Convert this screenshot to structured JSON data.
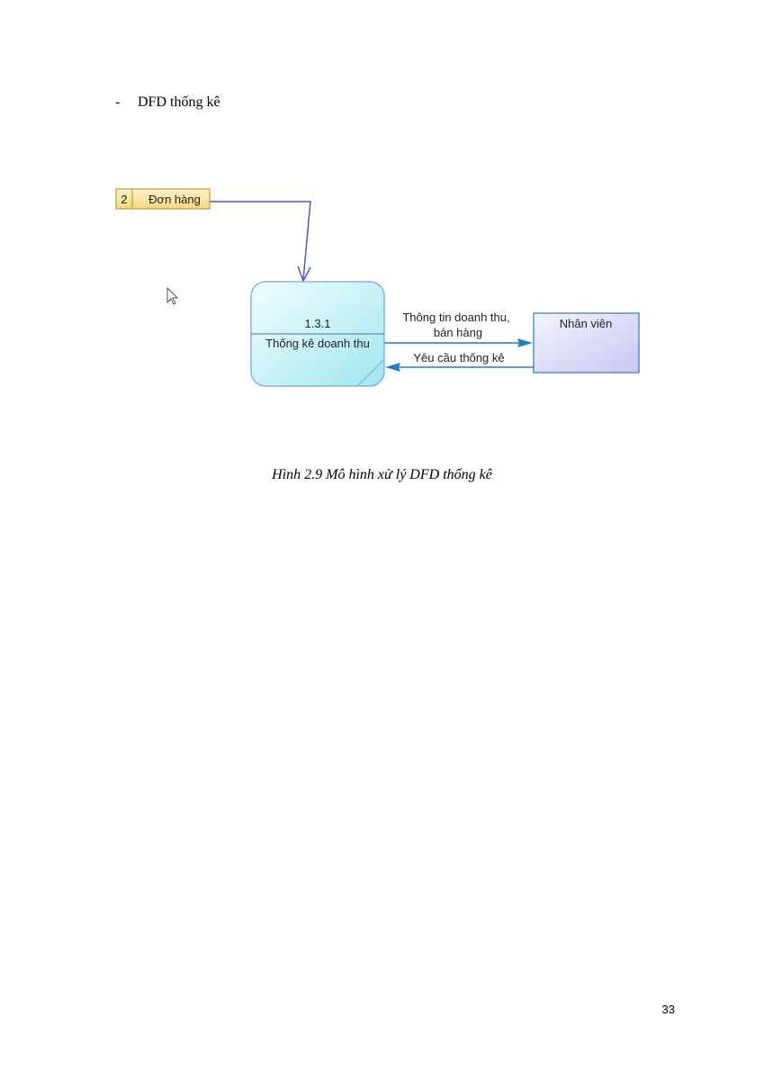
{
  "section": {
    "bullet": "-",
    "heading": "DFD thống kê"
  },
  "diagram": {
    "data_store": {
      "id": "2",
      "name": "Đơn hàng"
    },
    "process": {
      "number": "1.3.1",
      "name": "Thống kê doanh thu"
    },
    "external_entity": {
      "name": "Nhân viên"
    },
    "flows": {
      "out_line1": "Thông tin doanh thu,",
      "out_line2": "bán hàng",
      "in_label": "Yêu cầu thống kê"
    },
    "colors": {
      "store_fill": "#fbe7a6",
      "store_border": "#c49a2a",
      "process_fill": "#c8f4f6",
      "entity_fill": "#dcdcfa",
      "flow_blue": "#1f7cc4",
      "store_flow": "#5252d6"
    },
    "icons": {
      "cursor": "mouse-pointer-icon"
    }
  },
  "caption": "Hình 2.9 Mô hình xử lý DFD thống kê",
  "page_number": "33"
}
